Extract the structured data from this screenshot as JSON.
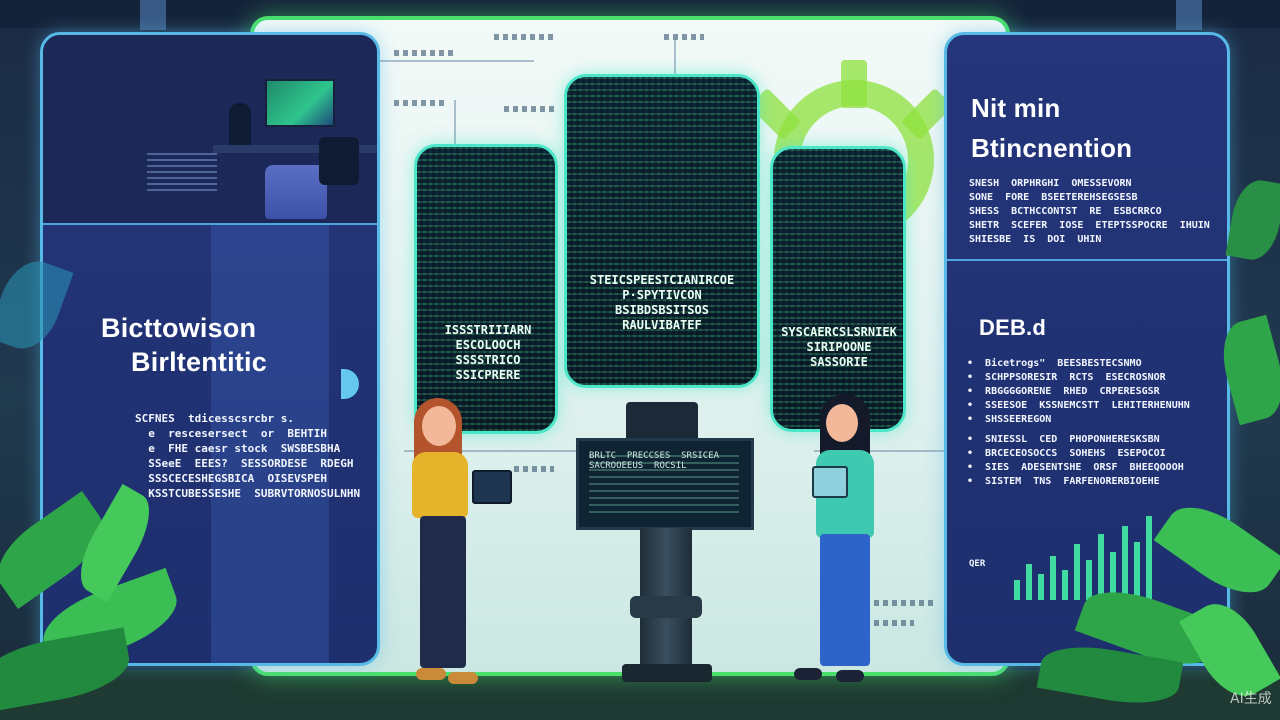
{
  "left_panel": {
    "heading_line1": "Bicttowison",
    "heading_line2": "Birltentitic",
    "body": "SCFNES  tdicesscsrcbr s.\n  e  rescesersect  or  BEHTIH\n  e  FHE caesr stock  SWSBESBHA\n  SSeeE  EEES?  SESSORDESE  RDEGH\n  SSSCECESHEGSBICA  OISEVSPEH\n  KSSTCUBESSESHE  SUBRVTORNOSULNHN"
  },
  "right_panel": {
    "heading_line1": "Nit min",
    "heading_line2": "Btincnention",
    "body1": "SNESH  ORPHRGHI  OMESSEVORN\nSONE  FORE  BSEETEREHSEGSESB\nSHESS  BCTHCCONTST  RE  ESBCRRCO\nSHETR  SCEFER  IOSE  ETEPTSSPOCRE  IHUIN\nSHIESBE  IS  DOI  UHIN",
    "subheading": "DEB.d",
    "body2": "•  Bicetrogs\"  BEESBESTECSNMO\n•  SCHPPSORESIR  RCTS  ESECROSNOR\n•  RBGGGGORENE  RHED  CRPERESGSR\n•  SSEESOE  KSSNEMCSTT  LEHITERHENUHN\n•  SHSSEEREGON",
    "body3": "•  SNIESSL  CED  PHOPONHERESKSBN\n•  BRCECEOSOCCS  SOHEHS  ESEPOCOI\n•  SIES  ADESENTSHE  ORSF  BHEEQOOOH\n•  SISTEM  TNS  FARFENORERBIOEHE",
    "chart_label": "QER"
  },
  "monitors": {
    "left_label": "ISSSTRIIIARN\nESCOLOOCH\nSSSSTRICO\nSSICPRERE",
    "center_label": "STEICSPEESTCIANIRCOE\nP·SPYTIVCON\nBSIBDSBSITSOS\nRAULVIBATEF",
    "right_label": "SYSCAERCSLSRNIEK\nSIRIPOONE\nSASSORIE",
    "small_screen_label": "BRLTC  PRECCSES  SRSICEA\nSACROOEEUS  ROCSIL"
  },
  "watermark": "AI生成",
  "colors": {
    "neon_green": "#49e06b",
    "panel_blue": "#24357a",
    "panel_border": "#56b9e6",
    "monitor_border": "#4ce6c8",
    "lime_gear": "#8ee23c"
  }
}
